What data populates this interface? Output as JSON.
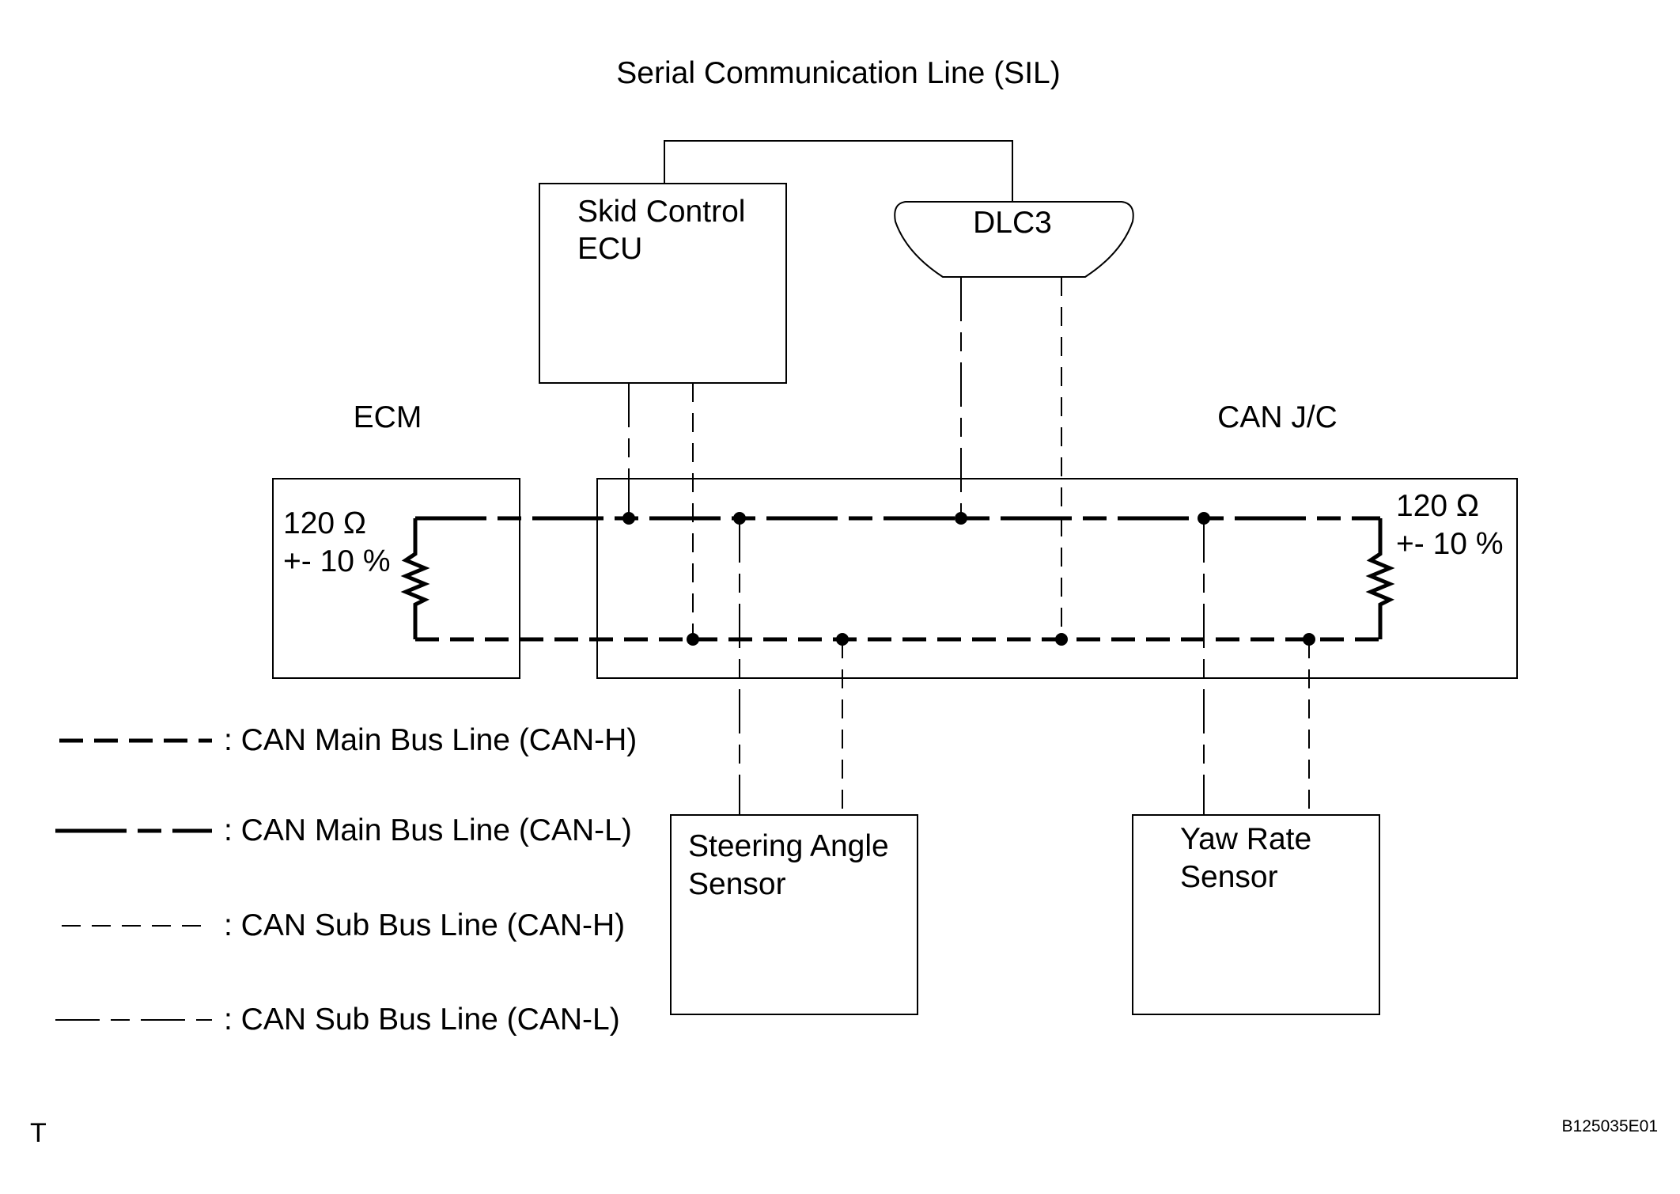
{
  "title": "Serial Communication Line (SIL)",
  "modules": {
    "skid_control_ecu": [
      "Skid Control",
      "ECU"
    ],
    "dlc3": "DLC3",
    "ecm": "ECM",
    "can_jc": "CAN J/C",
    "steering_angle_sensor": [
      "Steering Angle",
      "Sensor"
    ],
    "yaw_rate_sensor": [
      "Yaw Rate",
      "Sensor"
    ]
  },
  "resistors": {
    "ecm": [
      "120 Ω",
      "+- 10 %"
    ],
    "can_jc": [
      "120 Ω",
      "+- 10 %"
    ]
  },
  "legend": [
    ": CAN Main Bus Line (CAN-H)",
    ": CAN Main Bus Line (CAN-L)",
    ": CAN Sub Bus Line (CAN-H)",
    ": CAN Sub Bus Line (CAN-L)"
  ],
  "corner_mark": "T",
  "figure_id": "B125035E01"
}
